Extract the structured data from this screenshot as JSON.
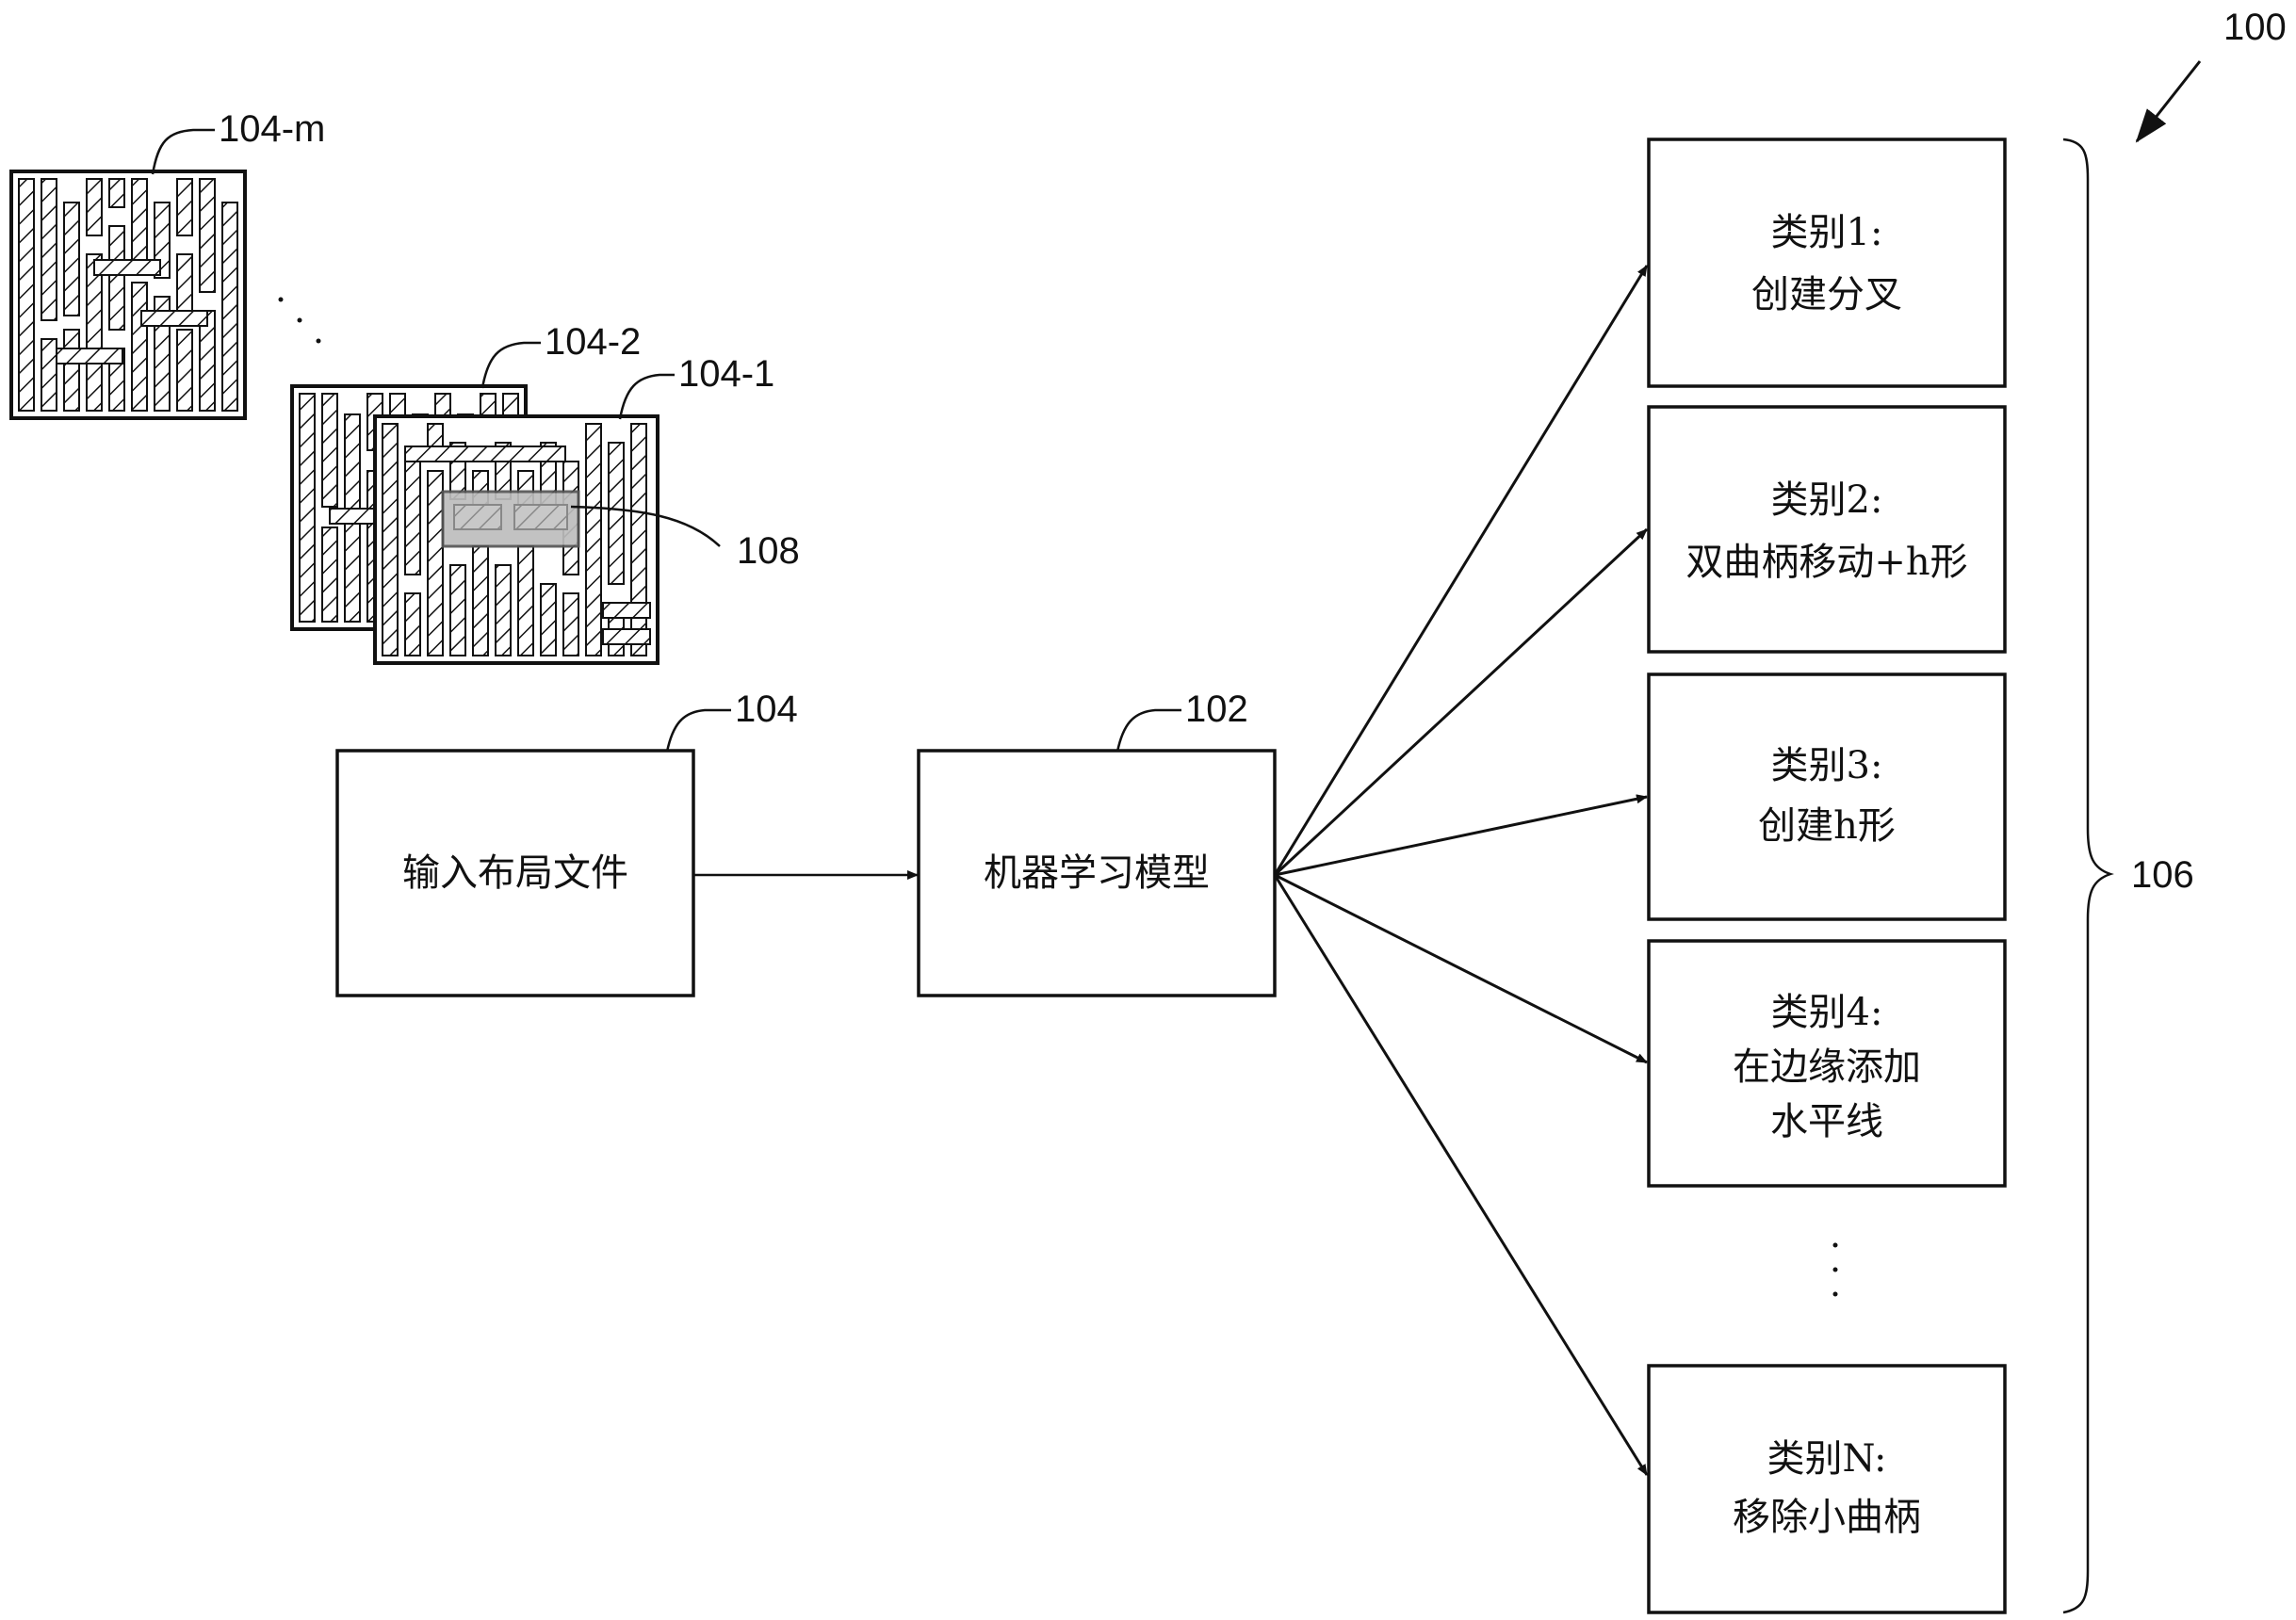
{
  "figure_ref": "100",
  "input_box": {
    "ref": "104",
    "label": "输入布局文件"
  },
  "model_box": {
    "ref": "102",
    "label": "机器学习模型"
  },
  "layout_tiles": {
    "tile_m": "104-m",
    "tile_2": "104-2",
    "tile_1": "104-1",
    "region_ref": "108"
  },
  "categories_ref": "106",
  "categories": [
    {
      "lines": [
        "类别1:",
        "创建分叉"
      ]
    },
    {
      "lines": [
        "类别2:",
        "双曲柄移动+h形"
      ]
    },
    {
      "lines": [
        "类别3:",
        "创建h形"
      ]
    },
    {
      "lines": [
        "类别4:",
        "在边缘添加",
        "水平线"
      ]
    },
    {
      "lines": [
        "类别N:",
        "移除小曲柄"
      ]
    }
  ],
  "colors": {
    "ink": "#111111",
    "highlight": "#b8b8b8",
    "background": "#ffffff"
  }
}
